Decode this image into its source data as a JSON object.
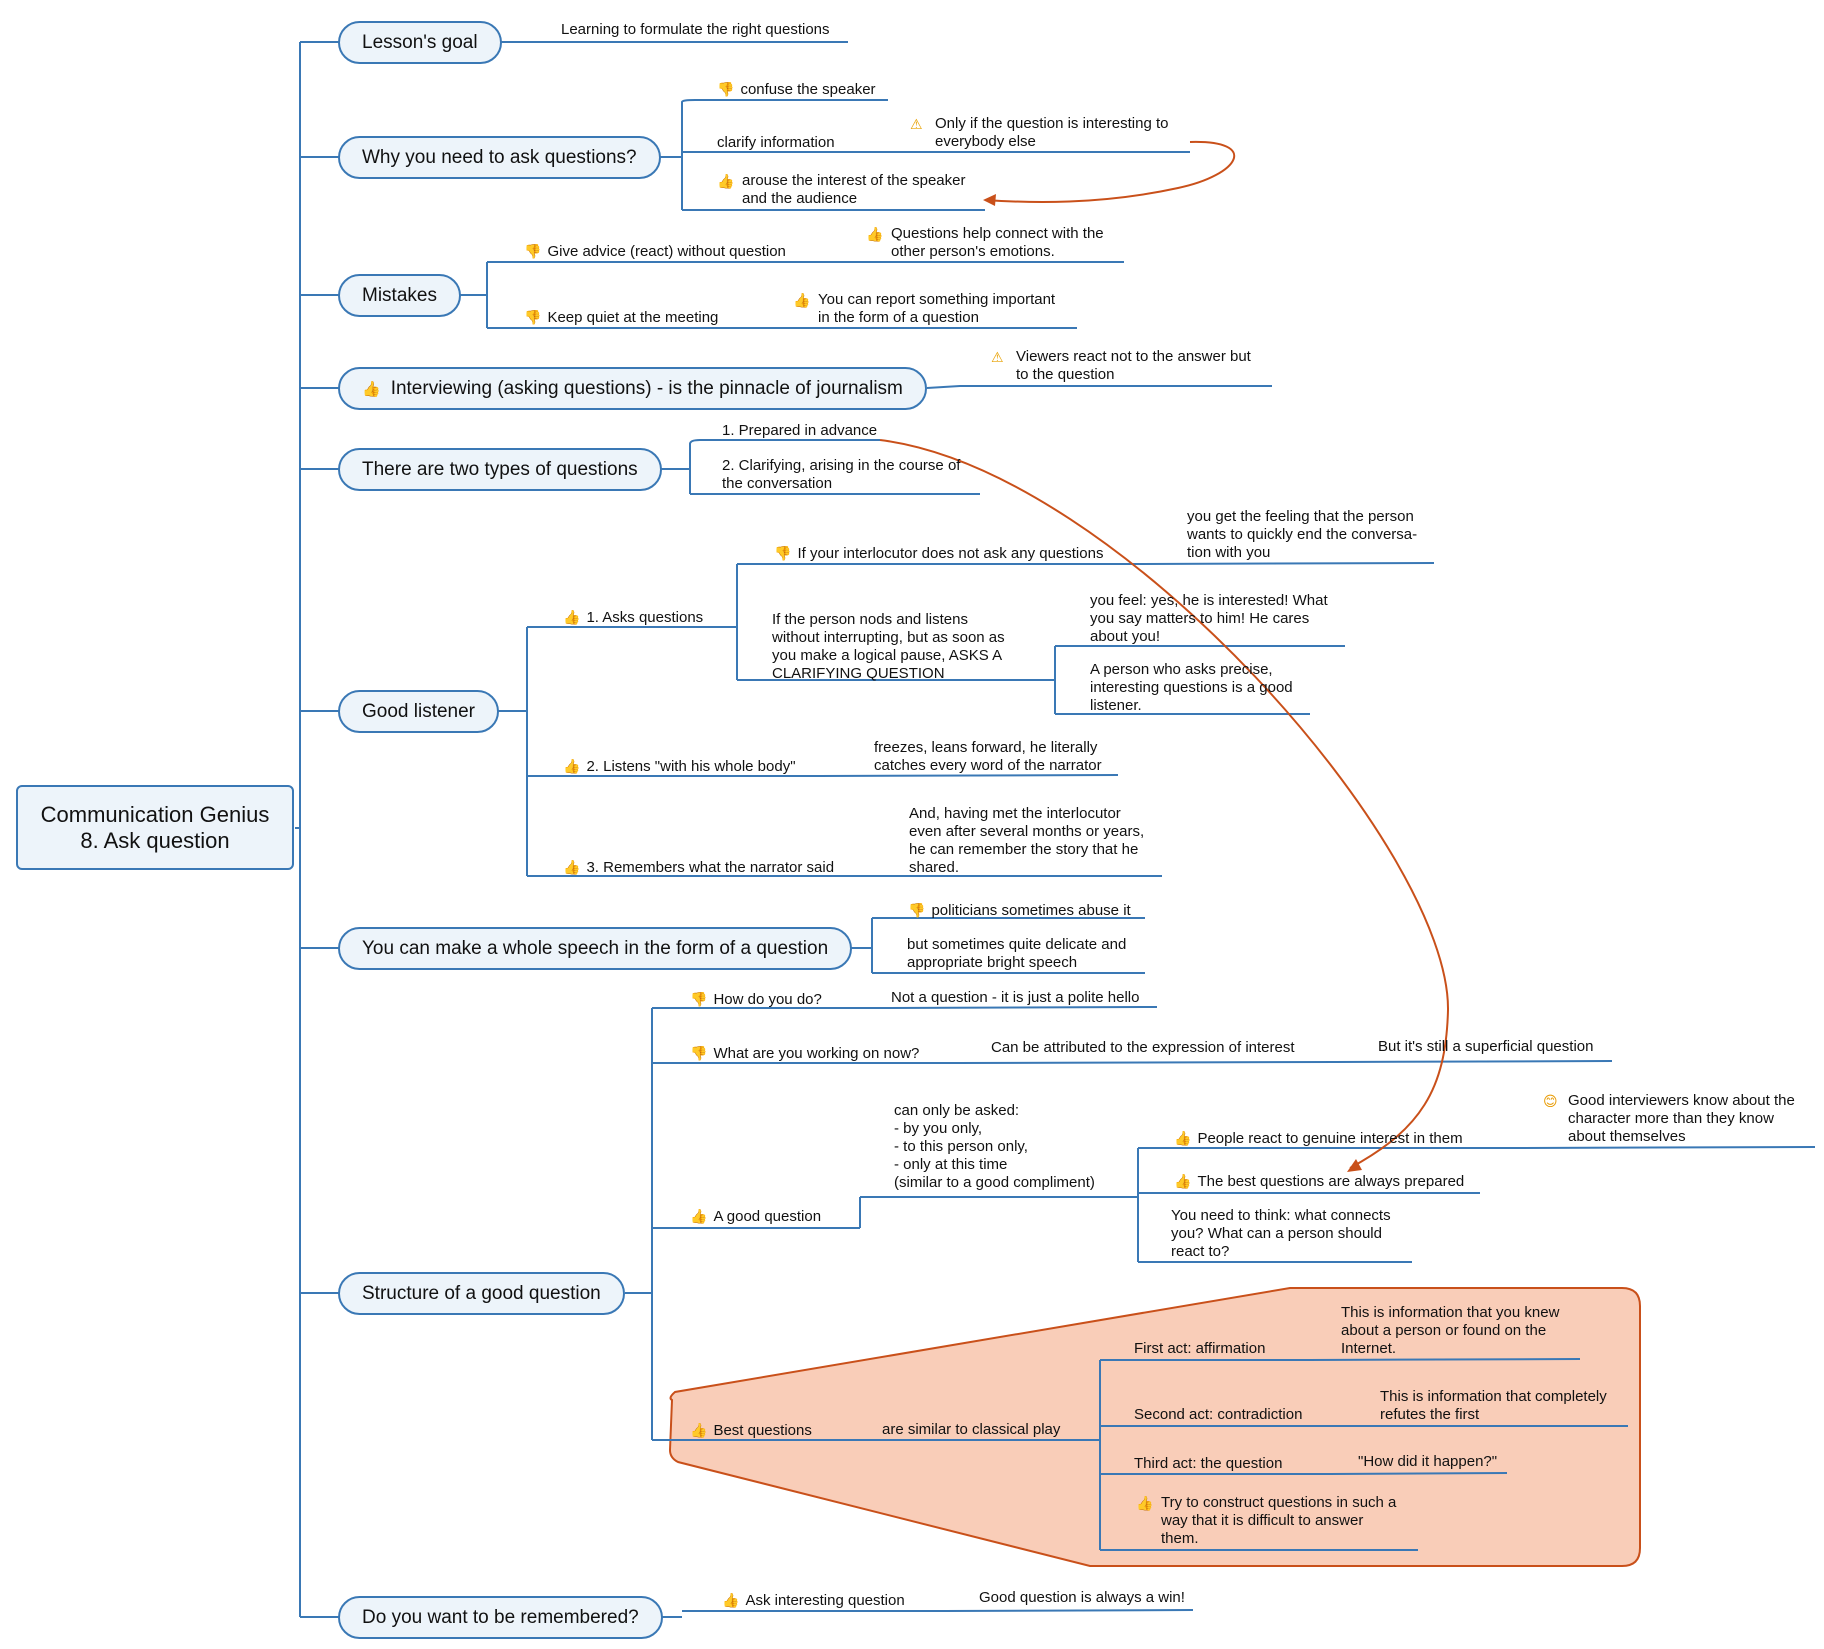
{
  "central": {
    "line1": "Communication Genius",
    "line2": "8. Ask question"
  },
  "colors": {
    "line": "#3a78b5",
    "relation": "#c9501a",
    "boundary_fill": "#f9cdb8",
    "boundary_stroke": "#c9501a"
  },
  "topics": {
    "goal": "Lesson's goal",
    "why": "Why you need to ask questions?",
    "mistakes": "Mistakes",
    "interviewing": "Interviewing (asking questions) - is the pinnacle of journalism",
    "types": "There are two types of questions",
    "listener": "Good listener",
    "speech": "You can make a whole speech in the form of a question",
    "structure": "Structure of a good question",
    "remember": "Do you want to be remembered?"
  },
  "labels": {
    "goal_1": "Learning to formulate the right questions",
    "why_1": "confuse the speaker",
    "why_2": "clarify information",
    "why_2a_l1": "Only if the question is interesting to",
    "why_2a_l2": "everybody else",
    "why_3_l1": "arouse the interest of the speaker",
    "why_3_l2": "and the audience",
    "mis_1": "Give advice (react) without question",
    "mis_1a_l1": "Questions help connect with the",
    "mis_1a_l2": "other person's emotions.",
    "mis_2": "Keep quiet at the meeting",
    "mis_2a_l1": "You can report something important",
    "mis_2a_l2": "in the form of a question",
    "int_1_l1": "Viewers react not to the answer but",
    "int_1_l2": "to the question",
    "types_1": "1. Prepared in advance",
    "types_2_l1": "2. Clarifying, arising in the course of",
    "types_2_l2": "the conversation",
    "gl_1": "1. Asks questions",
    "gl_1a": "If your interlocutor does not ask any questions",
    "gl_1a1_l1": "you get the feeling that the person",
    "gl_1a1_l2": "wants to quickly end the conversa-",
    "gl_1a1_l3": "tion with you",
    "gl_1b_l1": "If the person nods and listens",
    "gl_1b_l2": "without interrupting, but as soon as",
    "gl_1b_l3": "you make a logical pause, ASKS A",
    "gl_1b_l4": "CLARIFYING QUESTION",
    "gl_1b1_l1": "you feel: yes, he is interested! What",
    "gl_1b1_l2": "you say matters to him! He cares",
    "gl_1b1_l3": "about you!",
    "gl_1b2_l1": "A person who asks precise,",
    "gl_1b2_l2": "interesting questions is a good",
    "gl_1b2_l3": "listener.",
    "gl_2": "2. Listens \"with his whole body\"",
    "gl_2a_l1": "freezes, leans forward, he literally",
    "gl_2a_l2": "catches every word of the narrator",
    "gl_3": "3. Remembers what the narrator said",
    "gl_3a_l1": "And, having met the interlocutor",
    "gl_3a_l2": "even after several months or years,",
    "gl_3a_l3": "he can remember the story that he",
    "gl_3a_l4": "shared.",
    "sp_1": "politicians sometimes abuse it",
    "sp_2_l1": "but sometimes quite delicate and",
    "sp_2_l2": "appropriate bright speech",
    "st_1": "How do you do?",
    "st_1a": "Not a question - it is just a polite hello",
    "st_2": "What are you working on now?",
    "st_2a": "Can be attributed to the expression of interest",
    "st_2b": "But it's still a superficial question",
    "st_3": "A good question",
    "st_3a_l1": "can only be asked:",
    "st_3a_l2": "- by you only,",
    "st_3a_l3": "- to this person only,",
    "st_3a_l4": "- only at this time",
    "st_3a_l5": "(similar to a good compliment)",
    "st_3b": "People react to genuine interest in them",
    "st_3b1_l1": "Good interviewers know about the",
    "st_3b1_l2": "character more than they know",
    "st_3b1_l3": "about themselves",
    "st_3c": "The best questions are always prepared",
    "st_3d_l1": "You need to think: what connects",
    "st_3d_l2": "you? What can a person should",
    "st_3d_l3": "react to?",
    "st_4": "Best questions",
    "st_4a": "are similar to classical play",
    "st_4b": "First act: affirmation",
    "st_4b1_l1": "This is information that you knew",
    "st_4b1_l2": "about a person or found on the",
    "st_4b1_l3": "Internet.",
    "st_4c": "Second act: contradiction",
    "st_4c1_l1": "This is information that completely",
    "st_4c1_l2": "refutes the first",
    "st_4d": "Third act: the question",
    "st_4d1": "\"How did it happen?\"",
    "st_4e_l1": "Try to construct questions in such a",
    "st_4e_l2": "way that it is difficult to answer",
    "st_4e_l3": "them.",
    "rem_1": "Ask interesting question",
    "rem_1a": "Good question is always a win!"
  },
  "icons": {
    "thumbs-up": "👍",
    "thumbs-down": "👎",
    "warning": "⚠",
    "smiley": "😊"
  }
}
